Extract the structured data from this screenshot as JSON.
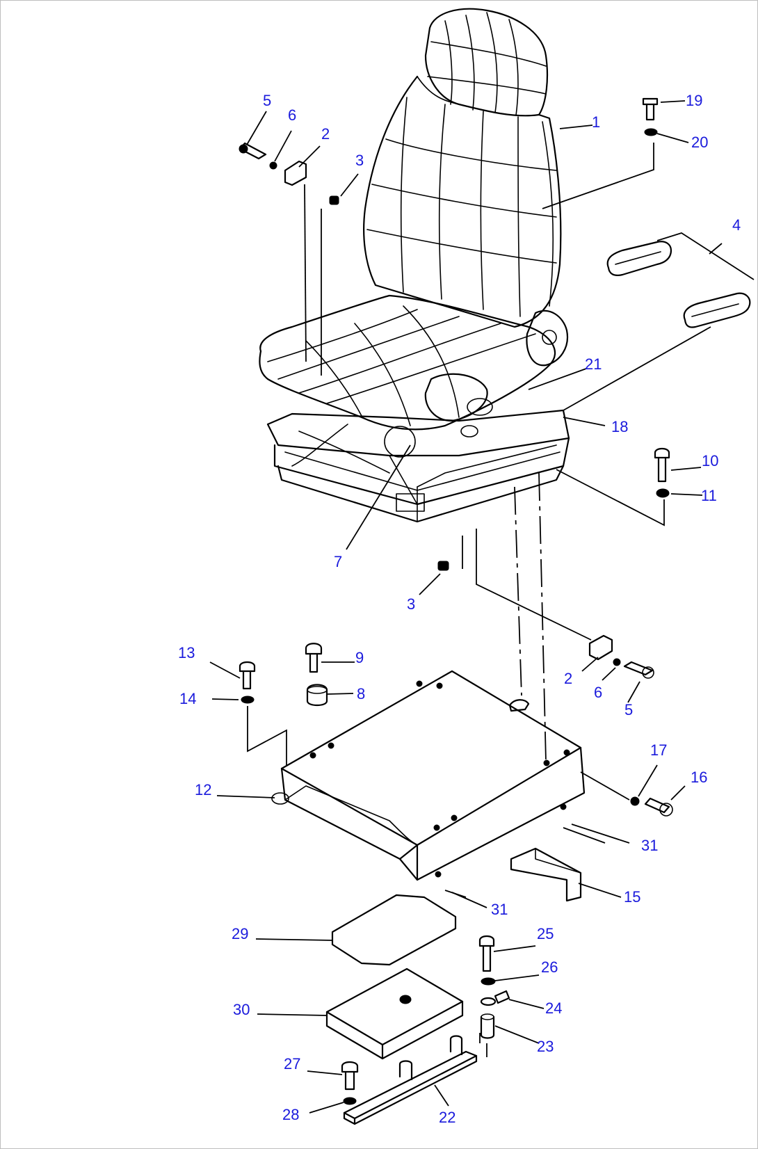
{
  "diagram": {
    "callouts": {
      "c1": "1",
      "c2a": "2",
      "c2b": "2",
      "c3a": "3",
      "c3b": "3",
      "c4": "4",
      "c5a": "5",
      "c5b": "5",
      "c6a": "6",
      "c6b": "6",
      "c7": "7",
      "c8": "8",
      "c9": "9",
      "c10": "10",
      "c11": "11",
      "c12": "12",
      "c13": "13",
      "c14": "14",
      "c15": "15",
      "c16": "16",
      "c17": "17",
      "c18": "18",
      "c19": "19",
      "c20": "20",
      "c21": "21",
      "c22": "22",
      "c23": "23",
      "c24": "24",
      "c25": "25",
      "c26": "26",
      "c27": "27",
      "c28": "28",
      "c29": "29",
      "c30": "30",
      "c31a": "31",
      "c31b": "31"
    },
    "colors": {
      "callout": "#1a1adc",
      "line": "#000000",
      "background": "#ffffff"
    }
  }
}
